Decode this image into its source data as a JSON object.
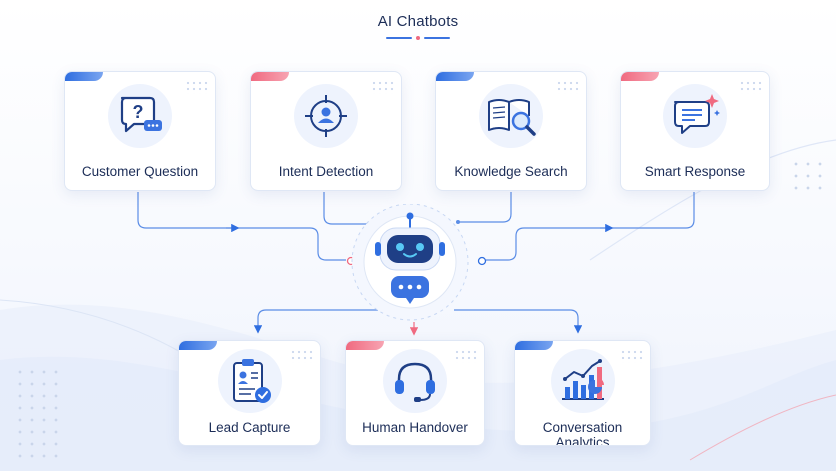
{
  "title": "AI Chatbots",
  "colors": {
    "primary": "#2f6ee0",
    "accent_pink": "#f06a80",
    "text": "#1c2d57",
    "card_border": "#dfe7f5"
  },
  "top_nodes": [
    {
      "label": "Customer Question",
      "icon": "chat-question-icon",
      "accent": "blue"
    },
    {
      "label": "Intent Detection",
      "icon": "target-user-icon",
      "accent": "pink"
    },
    {
      "label": "Knowledge Search",
      "icon": "book-magnifier-icon",
      "accent": "blue"
    },
    {
      "label": "Smart Response",
      "icon": "chat-sparkle-icon",
      "accent": "pink"
    }
  ],
  "center_node": {
    "icon": "robot-chat-icon"
  },
  "bottom_nodes": [
    {
      "label": "Lead Capture",
      "icon": "clipboard-check-icon",
      "accent": "blue"
    },
    {
      "label": "Human Handover",
      "icon": "headset-icon",
      "accent": "pink"
    },
    {
      "label": "Conversation Analytics",
      "icon": "bar-chart-icon",
      "accent": "blue"
    }
  ]
}
